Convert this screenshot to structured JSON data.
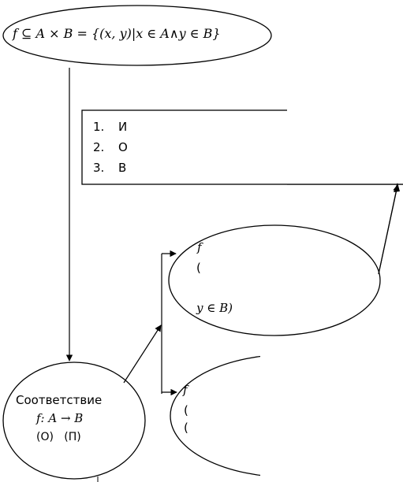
{
  "top_ellipse": {
    "formula": "f ⊆ A × B = {(x, y)|x ∈ A∧y ∈ B}"
  },
  "list_box": {
    "items": [
      {
        "num": "1.",
        "text": "И"
      },
      {
        "num": "2.",
        "text": "О"
      },
      {
        "num": "3.",
        "text": "В"
      }
    ]
  },
  "right_top_ellipse": {
    "line1": "f",
    "line2": "(",
    "line4": "y ∈ B)"
  },
  "right_bottom_ellipse": {
    "line1": "f",
    "line2": "(",
    "line3": "("
  },
  "bottom_ellipse": {
    "title": "Соответствие",
    "formula": "f: A → B",
    "tags": "(О)   (П)"
  }
}
